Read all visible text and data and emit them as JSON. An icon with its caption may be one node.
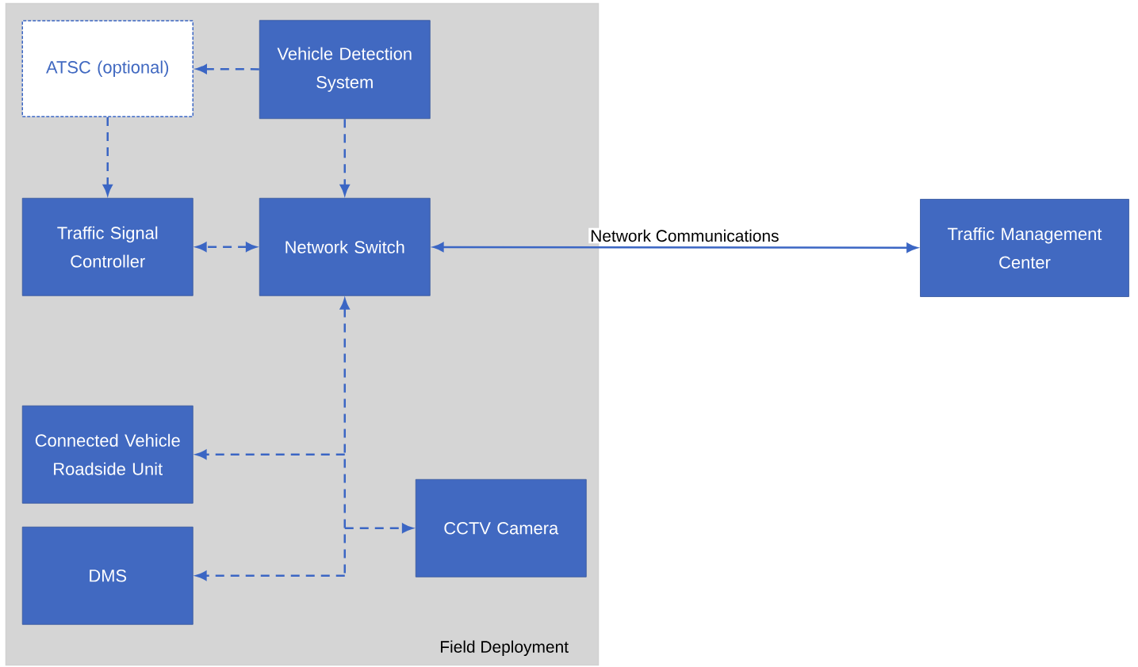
{
  "diagram": {
    "nodes": [
      {
        "text": [
          "Field Deployment"
        ]
      },
      {
        "text": [
          "ATSC (optional)"
        ],
        "in": 0
      },
      {
        "text": [
          "Vehicle Detection System"
        ],
        "in": 0
      },
      {
        "text": [
          "Traffic Signal Controller"
        ],
        "in": 0
      },
      {
        "text": [
          "Network Switch"
        ],
        "in": 0
      },
      {
        "text": [
          "Connected Vehicle Roadside Unit"
        ],
        "in": 0
      },
      {
        "text": [
          "DMS"
        ],
        "in": 0
      },
      {
        "text": [
          "CCTV Camera"
        ],
        "in": 0
      },
      {
        "text": [
          "Traffic Management Center"
        ]
      }
    ],
    "edges": [
      {
        "from": 2,
        "to": 1,
        "arrow": "to",
        "style": "dashed"
      },
      {
        "from": 1,
        "to": 3,
        "arrow": "to",
        "style": "dashed"
      },
      {
        "from": 2,
        "to": 4,
        "arrow": "to",
        "style": "dashed"
      },
      {
        "from": 4,
        "to": 3,
        "arrow": "both",
        "style": "dashed"
      },
      {
        "from": 4,
        "to": 8,
        "arrow": "both",
        "label": "Network Communications"
      },
      {
        "from": 4,
        "to": 5,
        "arrow": "both",
        "style": "dashed"
      },
      {
        "from": 4,
        "to": 7,
        "arrow": "both",
        "style": "dashed"
      },
      {
        "from": 4,
        "to": 6,
        "arrow": "both",
        "style": "dashed"
      }
    ]
  }
}
